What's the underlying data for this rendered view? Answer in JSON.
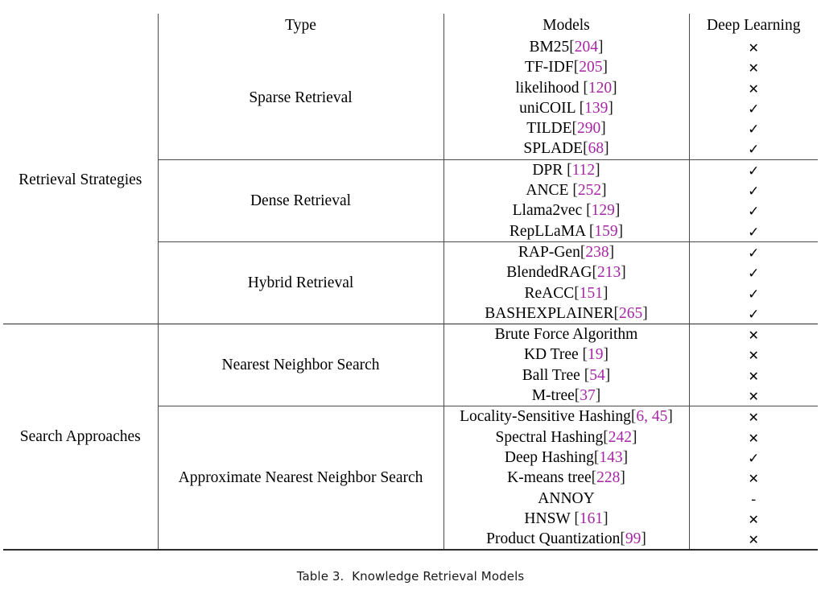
{
  "table": {
    "caption_label": "Table 3.",
    "caption_text": "Knowledge Retrieval Models",
    "caption_full": "Table 3.  Knowledge Retrieval Models",
    "cite_color": "#a626a6",
    "rule_color": "#2b2b2b",
    "headers": {
      "group": "",
      "type": "Type",
      "models": "Models",
      "deep_learning": "Deep Learning"
    },
    "marks": {
      "check": "✓",
      "cross": "✕",
      "dash": "-"
    },
    "groups": [
      {
        "name": "Retrieval Strategies",
        "types": [
          {
            "name": "Sparse Retrieval",
            "rows": [
              {
                "model": "BM25",
                "cite": "[204]",
                "cite_num": "204",
                "space": false,
                "dl": "cross"
              },
              {
                "model": "TF-IDF",
                "cite": "[205]",
                "cite_num": "205",
                "space": false,
                "dl": "cross"
              },
              {
                "model": "likelihood",
                "cite": "[120]",
                "cite_num": "120",
                "space": true,
                "dl": "cross"
              },
              {
                "model": "uniCOIL",
                "cite": "[139]",
                "cite_num": "139",
                "space": true,
                "dl": "check"
              },
              {
                "model": "TILDE",
                "cite": "[290]",
                "cite_num": "290",
                "space": false,
                "dl": "check"
              },
              {
                "model": "SPLADE",
                "cite": "[68]",
                "cite_num": "68",
                "space": false,
                "dl": "check"
              }
            ]
          },
          {
            "name": "Dense Retrieval",
            "rows": [
              {
                "model": "DPR",
                "cite": "[112]",
                "cite_num": "112",
                "space": true,
                "dl": "check"
              },
              {
                "model": "ANCE",
                "cite": "[252]",
                "cite_num": "252",
                "space": true,
                "dl": "check"
              },
              {
                "model": "Llama2vec",
                "cite": "[129]",
                "cite_num": "129",
                "space": true,
                "dl": "check"
              },
              {
                "model": "RepLLaMA",
                "cite": "[159]",
                "cite_num": "159",
                "space": true,
                "dl": "check"
              }
            ]
          },
          {
            "name": "Hybrid Retrieval",
            "rows": [
              {
                "model": "RAP-Gen",
                "cite": "[238]",
                "cite_num": "238",
                "space": false,
                "dl": "check"
              },
              {
                "model": "BlendedRAG",
                "cite": "[213]",
                "cite_num": "213",
                "space": false,
                "dl": "check"
              },
              {
                "model": "ReACC",
                "cite": "[151]",
                "cite_num": "151",
                "space": false,
                "dl": "check"
              },
              {
                "model": "BASHEXPLAINER",
                "cite": "[265]",
                "cite_num": "265",
                "space": false,
                "dl": "check"
              }
            ]
          }
        ]
      },
      {
        "name": "Search Approaches",
        "types": [
          {
            "name": "Nearest Neighbor Search",
            "rows": [
              {
                "model": "Brute Force Algorithm",
                "cite": "",
                "cite_num": "",
                "space": false,
                "dl": "cross"
              },
              {
                "model": "KD Tree",
                "cite": "[19]",
                "cite_num": "19",
                "space": true,
                "dl": "cross"
              },
              {
                "model": "Ball Tree",
                "cite": "[54]",
                "cite_num": "54",
                "space": true,
                "dl": "cross"
              },
              {
                "model": "M-tree",
                "cite": "[37]",
                "cite_num": "37",
                "space": false,
                "dl": "cross"
              }
            ]
          },
          {
            "name": "Approximate Nearest Neighbor Search",
            "rows": [
              {
                "model": "Locality-Sensitive Hashing",
                "cite": "[6, 45]",
                "cite_num": "6, 45",
                "space": false,
                "dl": "cross"
              },
              {
                "model": "Spectral Hashing",
                "cite": "[242]",
                "cite_num": "242",
                "space": false,
                "dl": "cross"
              },
              {
                "model": "Deep Hashing",
                "cite": "[143]",
                "cite_num": "143",
                "space": false,
                "dl": "check"
              },
              {
                "model": "K-means tree",
                "cite": "[228]",
                "cite_num": "228",
                "space": false,
                "dl": "cross"
              },
              {
                "model": "ANNOY",
                "cite": "",
                "cite_num": "",
                "space": false,
                "dl": "dash"
              },
              {
                "model": "HNSW",
                "cite": "[161]",
                "cite_num": "161",
                "space": true,
                "dl": "cross"
              },
              {
                "model": "Product Quantization",
                "cite": "[99]",
                "cite_num": "99",
                "space": false,
                "dl": "cross"
              }
            ]
          }
        ]
      }
    ]
  }
}
